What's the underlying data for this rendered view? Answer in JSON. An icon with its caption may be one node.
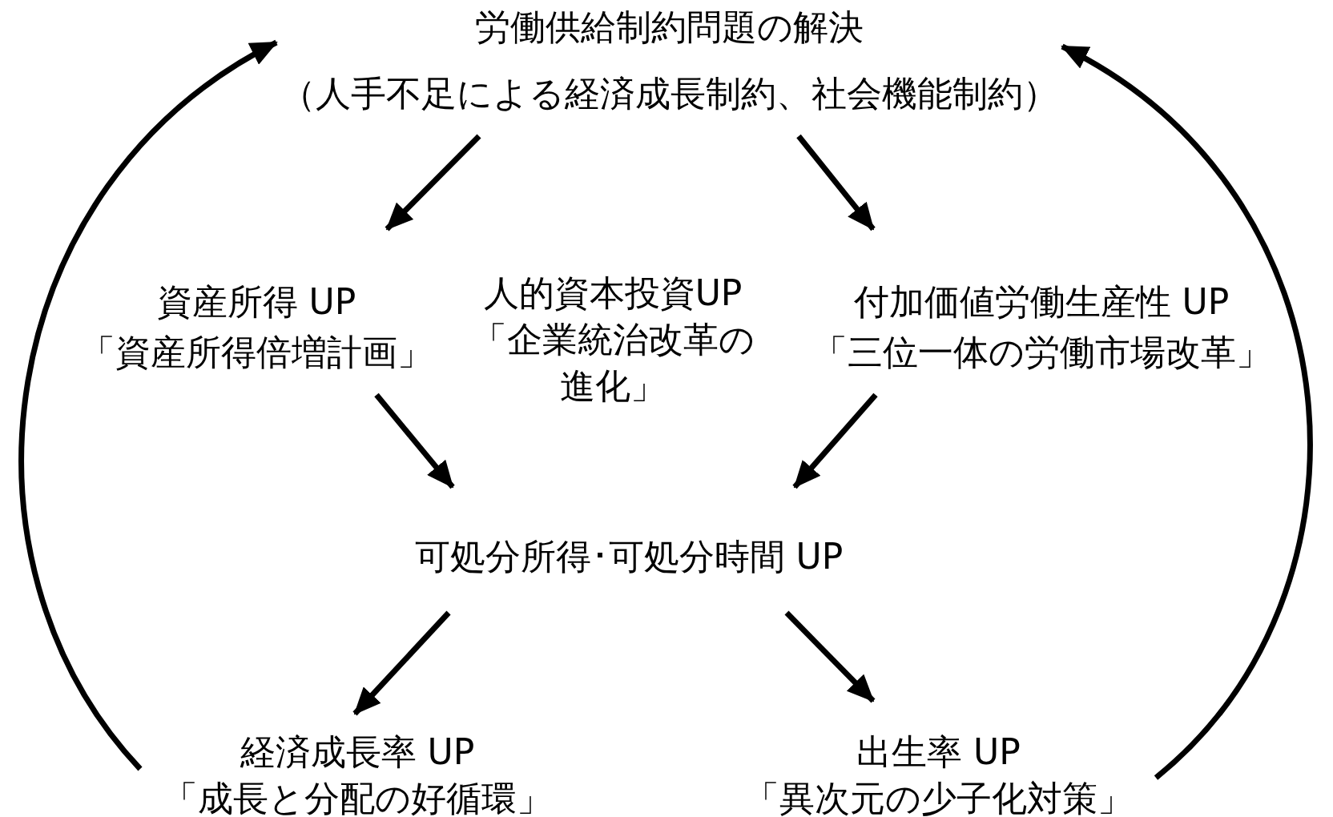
{
  "diagram": {
    "nodes": [
      {
        "text": [
          "労働供給制約問題の解決",
          "（人手不足による経済成長制約、社会機能制約）"
        ]
      },
      {
        "text": [
          "資産所得 UP",
          "「資産所得倍増計画」"
        ]
      },
      {
        "text": [
          "付加価値労働生産性 UP",
          "「三位一体の労働市場改革」"
        ]
      },
      {
        "text": [
          "可処分所得･可処分時間 UP"
        ]
      },
      {
        "text": [
          "経済成長率 UP",
          "「成長と分配の好循環」"
        ]
      },
      {
        "text": [
          "出生率 UP",
          "「異次元の少子化対策」"
        ]
      }
    ],
    "edges": [
      {
        "from": 0,
        "to": 1,
        "arrow": "to"
      },
      {
        "from": 0,
        "to": 2,
        "arrow": "to"
      },
      {
        "from": 1,
        "to": 3,
        "arrow": "to"
      },
      {
        "from": 2,
        "to": 3,
        "arrow": "to"
      },
      {
        "from": 3,
        "to": 4,
        "arrow": "to"
      },
      {
        "from": 3,
        "to": 5,
        "arrow": "to"
      },
      {
        "from": 4,
        "to": 0,
        "arrow": "to"
      },
      {
        "from": 5,
        "to": 0,
        "arrow": "to"
      }
    ],
    "labels": [
      "人的資本投資UP",
      "「企業統治改革の進化」"
    ]
  }
}
